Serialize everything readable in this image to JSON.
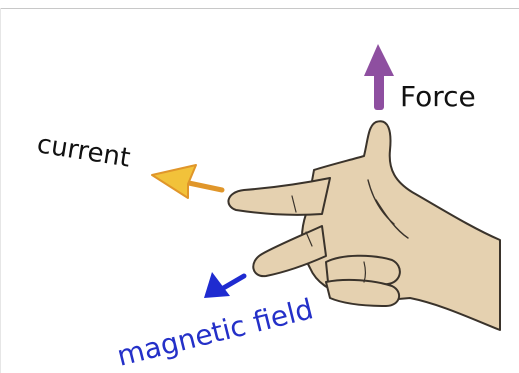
{
  "labels": {
    "force": "Force",
    "current": "current",
    "magnetic_field": "magnetic field"
  },
  "colors": {
    "force_arrow": "#8e4fa0",
    "current_arrow_fill": "#f2c23a",
    "current_arrow_outline": "#e0962a",
    "field_arrow": "#1f2bd0",
    "field_text": "#2430c8",
    "text": "#111111",
    "skin": "#e5d1b0",
    "skin_outline": "#3a332b"
  }
}
